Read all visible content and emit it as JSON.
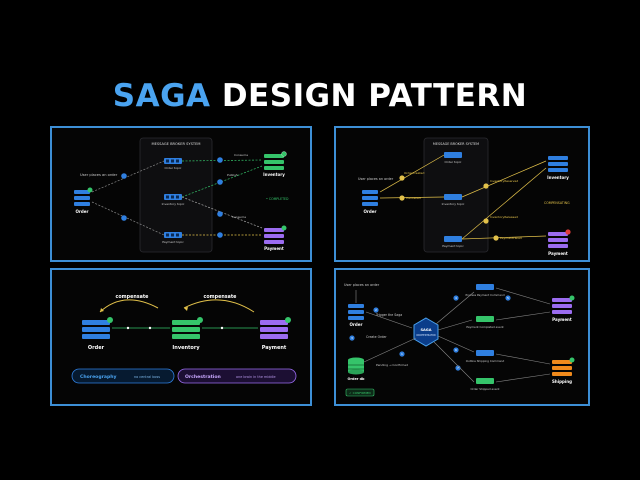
{
  "title": {
    "accent": "SAGA",
    "rest": "DESIGN PATTERN"
  },
  "colors": {
    "accent": "#4aa3f0",
    "panel_border": "#3d8fd6",
    "green": "#35c46a",
    "purple": "#9b6cf0",
    "yellow": "#e2c14a",
    "orange": "#f08a1c",
    "node_blue": "#2f7fe0"
  },
  "panel1": {
    "broker_title": "MESSAGE BROKER SYSTEM",
    "user_note": "User places an order",
    "order": "Order",
    "inventory": "Inventory",
    "payment": "Payment",
    "topic_order": "Order topic",
    "topic_inventory": "Inventory topic",
    "topic_payment": "Payment topic",
    "evt1": "Consume",
    "evt2": "Publish",
    "evt3": "Consume",
    "status": "• COMPLETED"
  },
  "panel2": {
    "broker_title": "MESSAGE BROKER SYSTEM",
    "user_note": "User places an order",
    "order": "Order",
    "inventory": "Inventory",
    "payment": "Payment",
    "topic_order": "Order topic",
    "topic_inventory": "Inventory topic",
    "topic_payment": "Payment topic",
    "evt_created": "OrderCreated",
    "evt_reserved": "InventoryReserved",
    "evt_released": "InventoryReleased",
    "evt_cancel": "Cancelled",
    "evt_failed": "PaymentFailed",
    "status": "COMPENSATING"
  },
  "panel3": {
    "comp_left": "compensate",
    "comp_right": "compensate",
    "order": "Order",
    "inventory": "Inventory",
    "payment": "Payment",
    "choreo_title": "Choreography",
    "choreo_sub": "no central boss",
    "orch_title": "Orchestration",
    "orch_sub": "one brain in the middle"
  },
  "panel4": {
    "user_note": "User places an order",
    "order": "Order",
    "trigger": "Trigger the Saga",
    "orch_line1": "SAGA",
    "orch_line2": "ORCHESTRATOR",
    "create_order": "Create Order",
    "db_label": "Order db",
    "pending": "Pending → Confirmed",
    "process_payment": "Process Payment Command",
    "payment_completed": "Payment Completed event",
    "payment": "Payment",
    "outline_shipping": "Outline Shipping Command",
    "order_shipped": "Order Shipped event",
    "shipping": "Shipping",
    "status": "✓ CONFIRMED",
    "steps": [
      "1",
      "2",
      "3",
      "4",
      "5",
      "6",
      "7"
    ]
  }
}
